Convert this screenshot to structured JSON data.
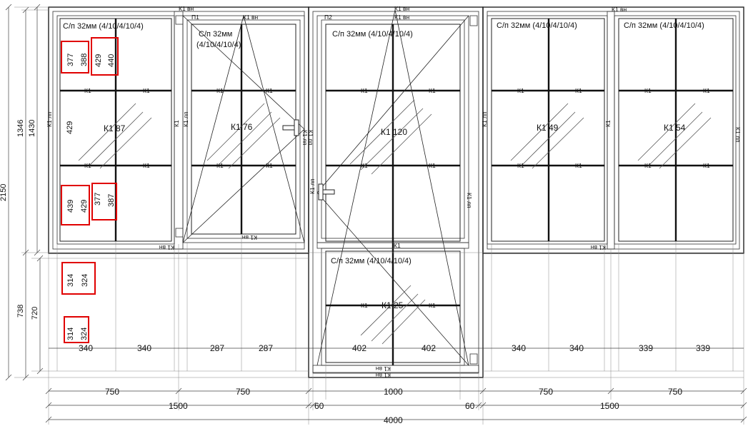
{
  "glass_labels": {
    "glass_spec": "С/п 32мм (4/10/4/10/4)",
    "glass_spec_line1": "С/п 32мм",
    "glass_spec_line2": "(4/10/4/10/4)"
  },
  "profile_marks": {
    "k1": "К1",
    "k1_vn": "К1 вн",
    "k1_lp": "К1 лп",
    "code_p1": "П1",
    "code_p2": "П2"
  },
  "sash_ids": {
    "s1": "К1 87",
    "s2": "К1 76",
    "s3": "К1 120",
    "s4": "К1 49",
    "s5": "К1 54",
    "s6": "К1 25"
  },
  "overall_dims": {
    "left_2150": "2150",
    "left_1346": "1346",
    "left_1430": "1430",
    "left_738": "738",
    "left_720": "720",
    "inner_429": "429"
  },
  "bottom_dims": {
    "w750": "750",
    "w1000": "1000",
    "w1500": "1500",
    "w60": "60",
    "w4000": "4000"
  },
  "inner_dims": {
    "d340": "340",
    "d287": "287",
    "d402": "402",
    "d339": "339"
  },
  "red_boxes": {
    "b1a": "377",
    "b1b": "388",
    "b2a": "429",
    "b2b": "440",
    "b3a": "439",
    "b3b": "429",
    "b4a": "377",
    "b4b": "387",
    "b5a": "314",
    "b5b": "324",
    "b6a": "314",
    "b6b": "324"
  }
}
